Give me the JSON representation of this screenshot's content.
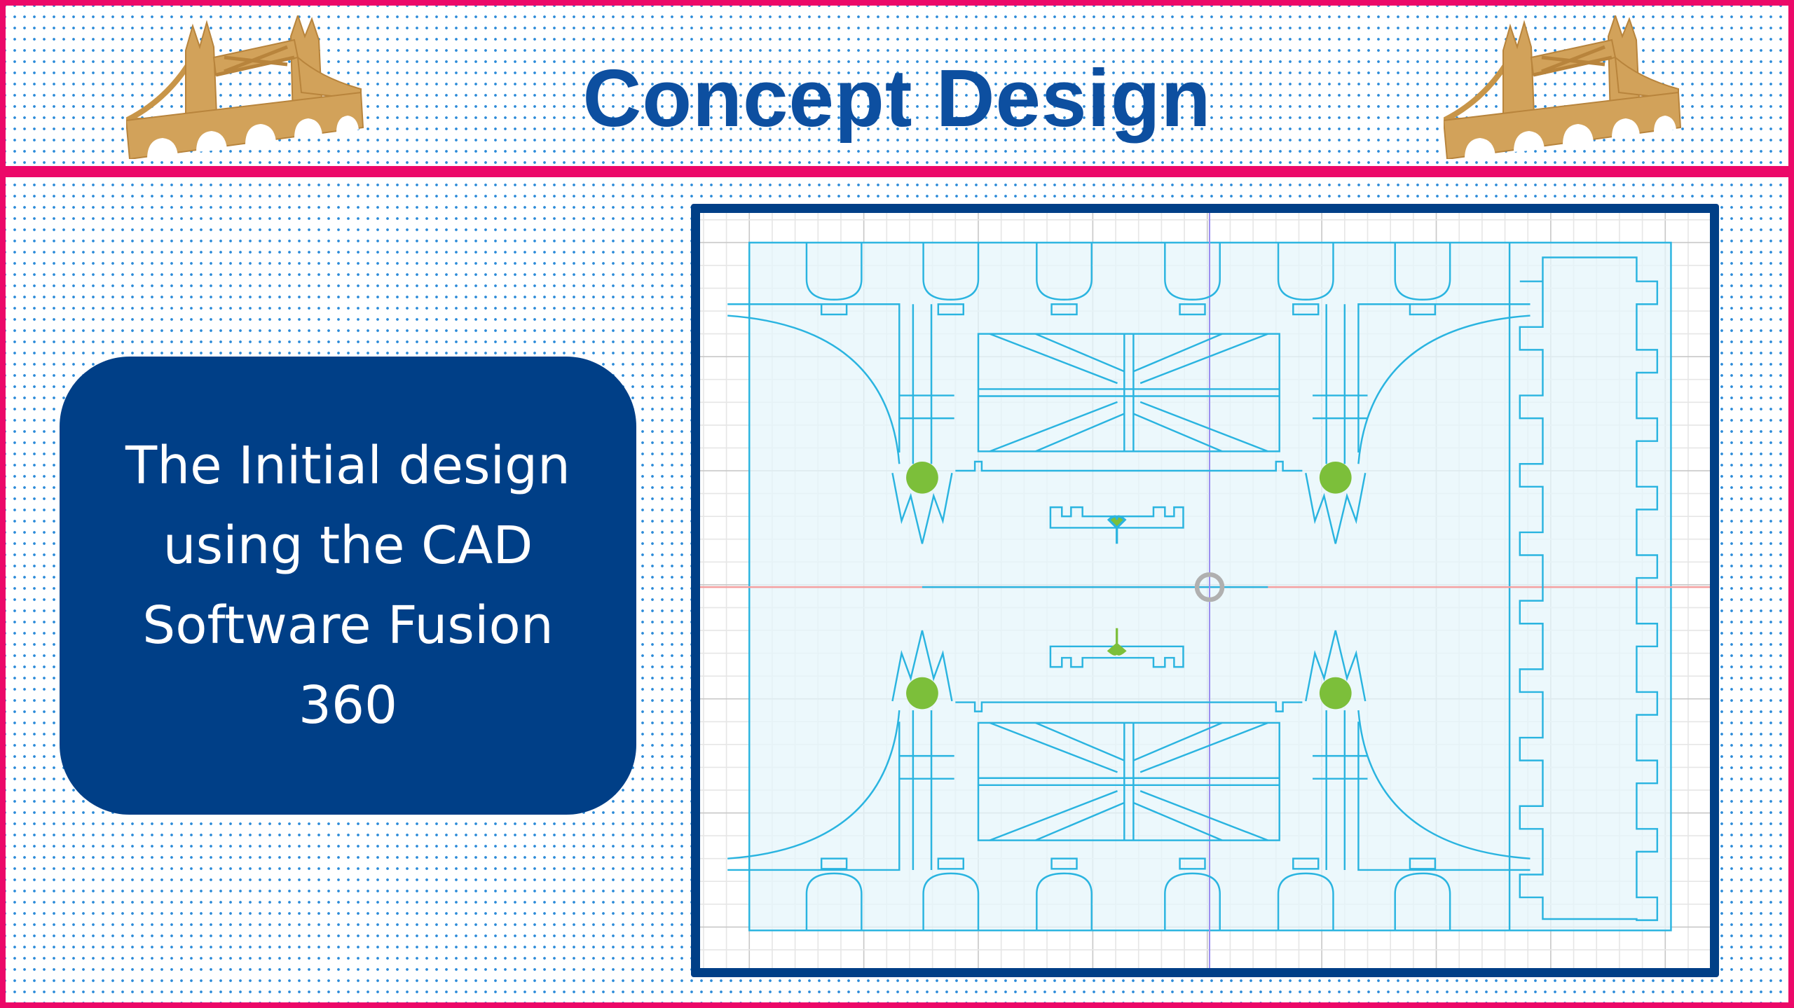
{
  "header": {
    "title": "Concept Design"
  },
  "info_box": {
    "lines": [
      "The Initial design",
      "using the CAD",
      "Software Fusion",
      "360"
    ]
  },
  "colors": {
    "border": "#ec0868",
    "title": "#0d4fa0",
    "box": "#003f87",
    "sketch_line": "#2ab4e0",
    "sketch_fill": "#e6f5fb",
    "accent_green": "#7cbf3a"
  },
  "images": {
    "left_bridge": "tower-bridge-model-image",
    "right_bridge": "tower-bridge-model-image",
    "cad_view": "fusion-360-sketch-screenshot"
  }
}
